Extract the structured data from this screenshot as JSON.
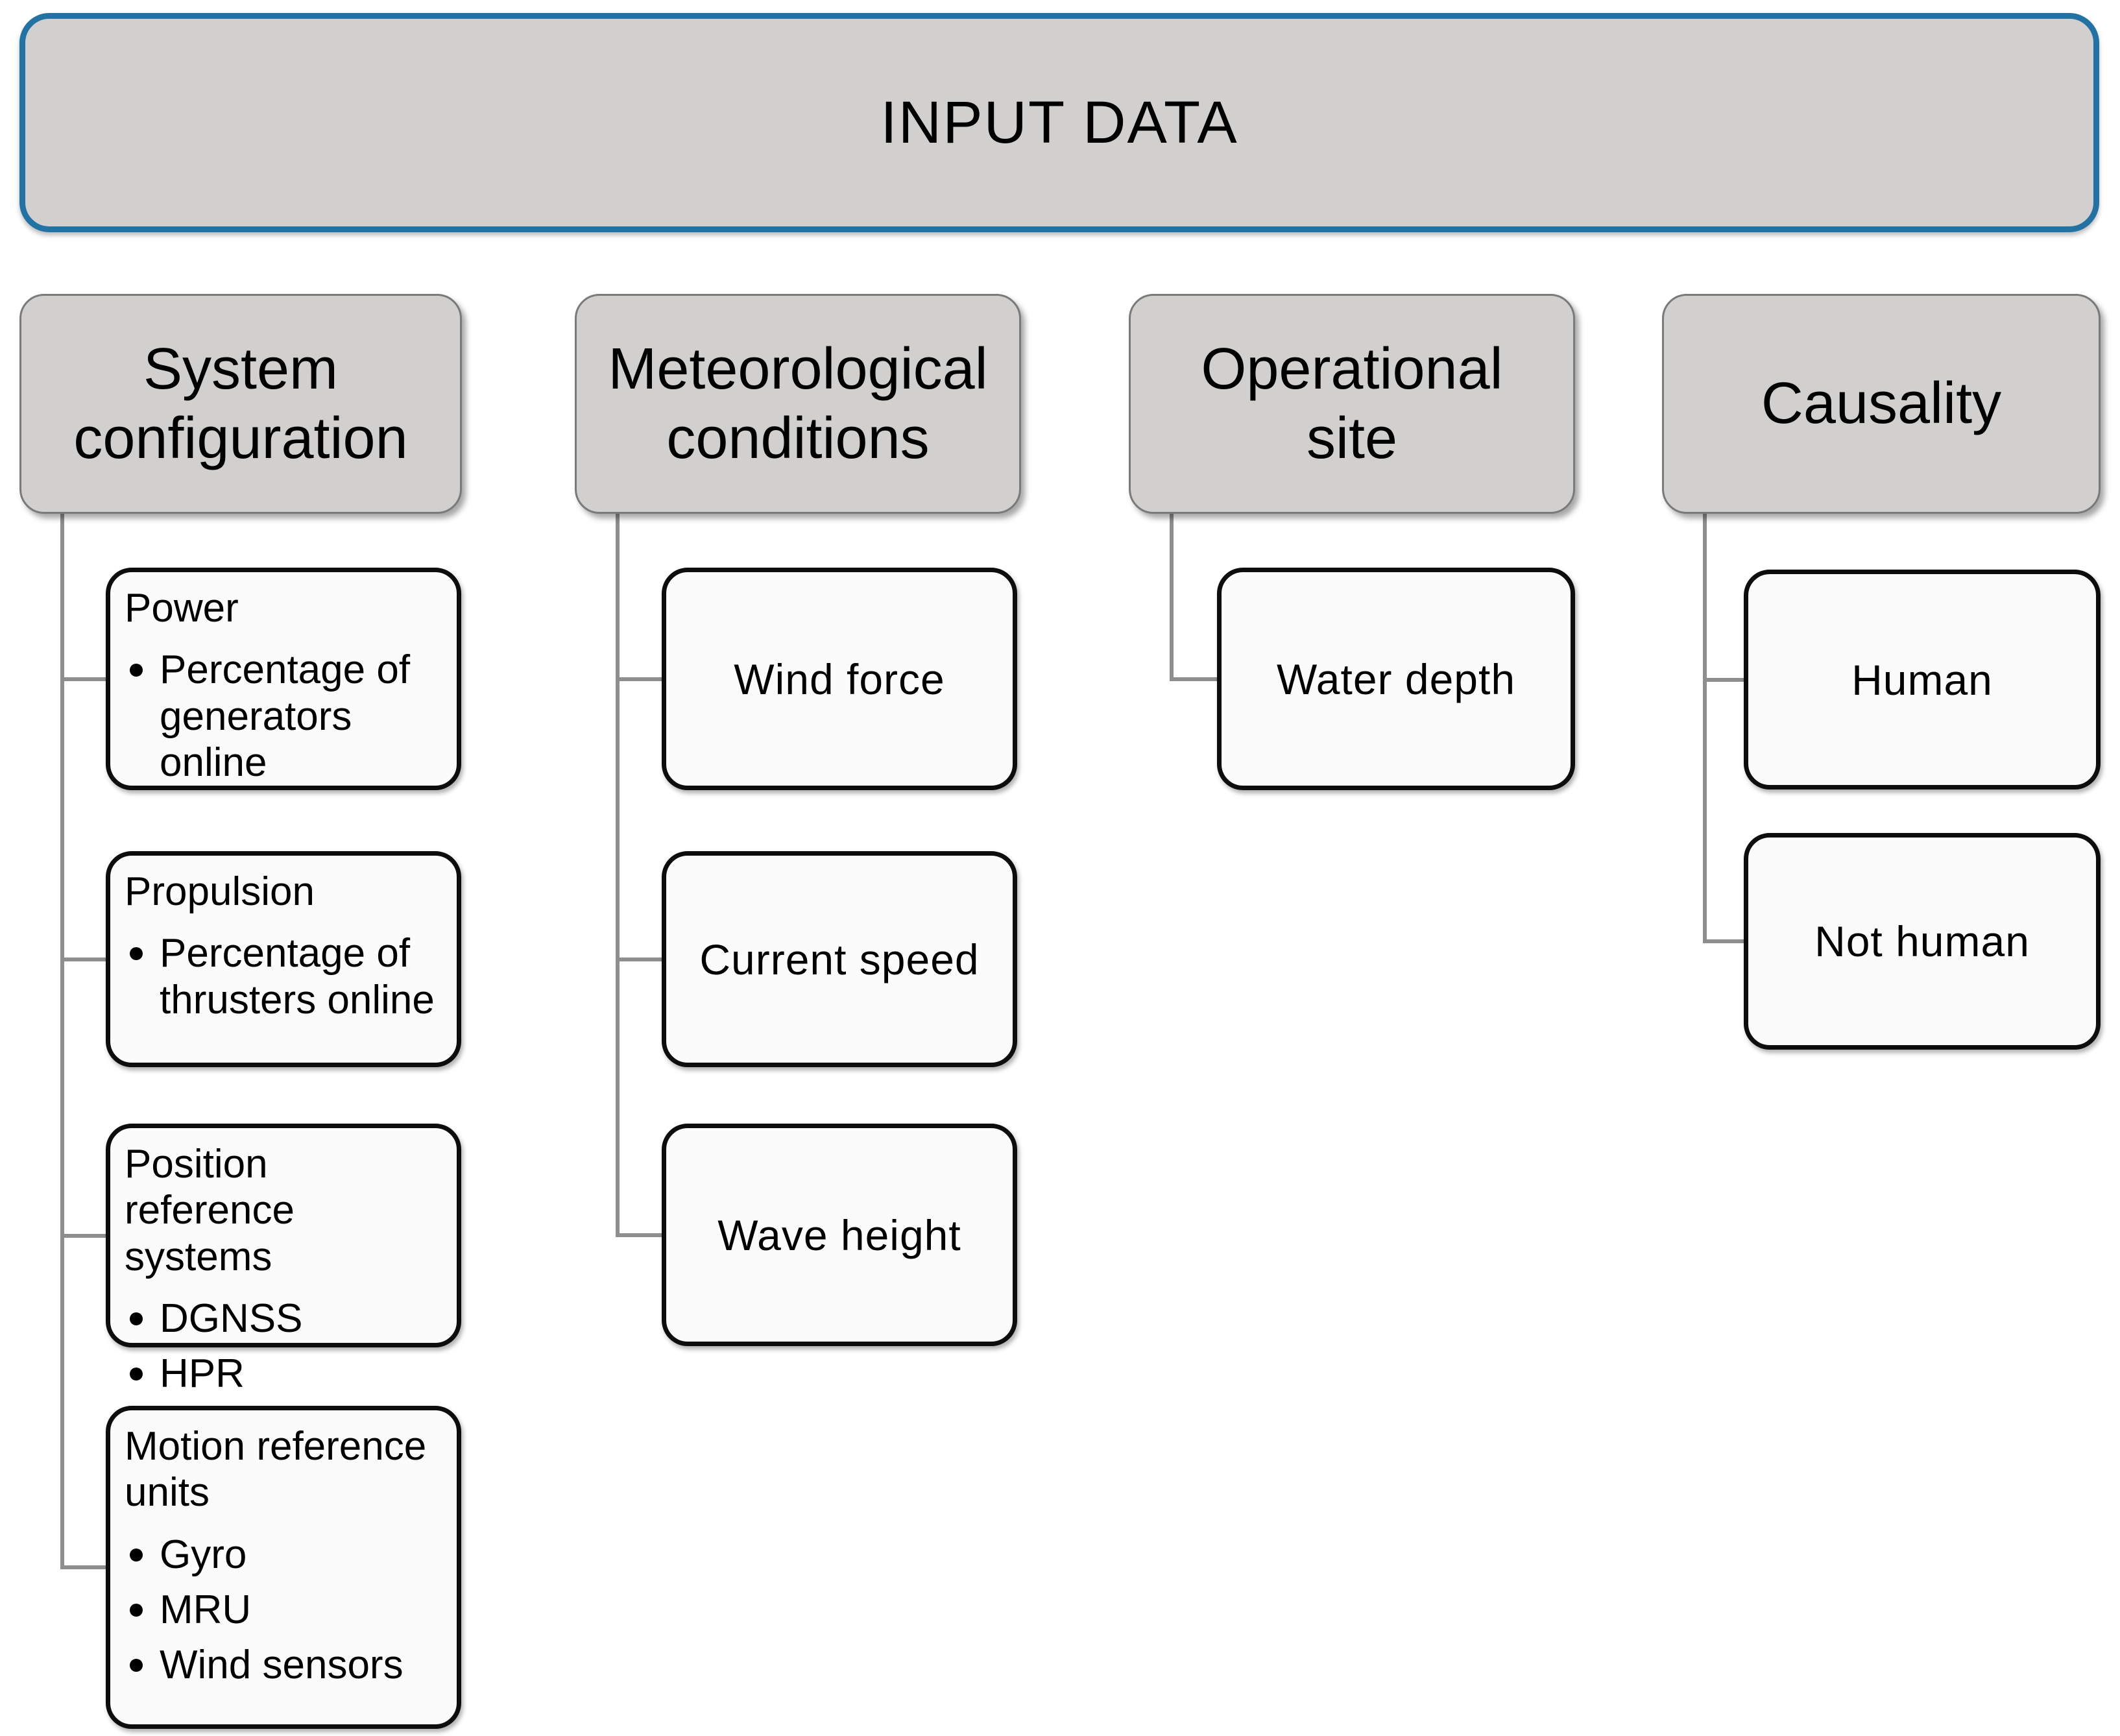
{
  "title": {
    "label": "INPUT DATA"
  },
  "colors": {
    "top_header_border": "#2272a4",
    "header_fill": "#d1d0cf",
    "header_border": "#7a7a7a",
    "box_fill": "#fbfbfb",
    "box_border": "#0d0d0d",
    "connector": "#8e8e8e",
    "text": "#000000"
  },
  "columns": [
    {
      "title": "System configuration",
      "children": [
        {
          "title": "Power",
          "bullets": [
            "Percentage of generators online"
          ]
        },
        {
          "title": "Propulsion",
          "bullets": [
            "Percentage of thrusters online"
          ]
        },
        {
          "title": "Position reference systems",
          "bullets": [
            "DGNSS",
            "HPR"
          ]
        },
        {
          "title": "Motion reference units",
          "bullets": [
            "Gyro",
            "MRU",
            "Wind sensors"
          ]
        }
      ]
    },
    {
      "title": "Meteorological conditions",
      "children": [
        {
          "label": "Wind force"
        },
        {
          "label": "Current speed"
        },
        {
          "label": "Wave height"
        }
      ]
    },
    {
      "title": "Operational site",
      "children": [
        {
          "label": "Water depth"
        }
      ]
    },
    {
      "title": "Causality",
      "children": [
        {
          "label": "Human"
        },
        {
          "label": "Not human"
        }
      ]
    }
  ]
}
